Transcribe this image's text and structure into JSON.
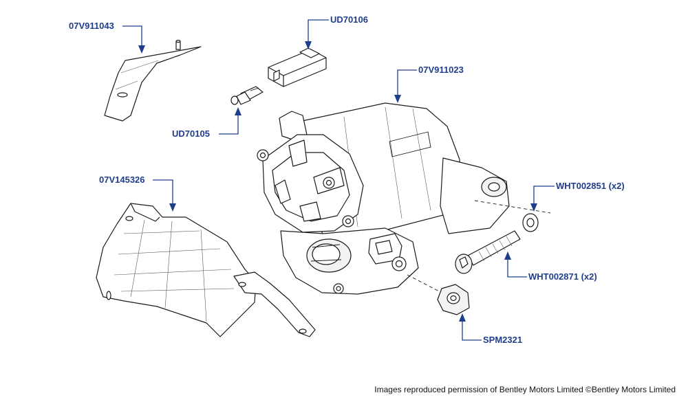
{
  "colors": {
    "label": "#1f3d8c",
    "leader": "#1f3d8c",
    "line_art": "#1a1a1a"
  },
  "labels": {
    "bracket_top": "07V911043",
    "connector_housing": "UD70106",
    "terminal": "UD70105",
    "starter_motor": "07V911023",
    "heat_shield": "07V145326",
    "washer": "WHT002851 (x2)",
    "bolt": "WHT002871 (x2)",
    "nut": "SPM2321"
  },
  "footer": {
    "credit": "Images reproduced permission of Bentley Motors Limited ©Bentley Motors Limited"
  }
}
